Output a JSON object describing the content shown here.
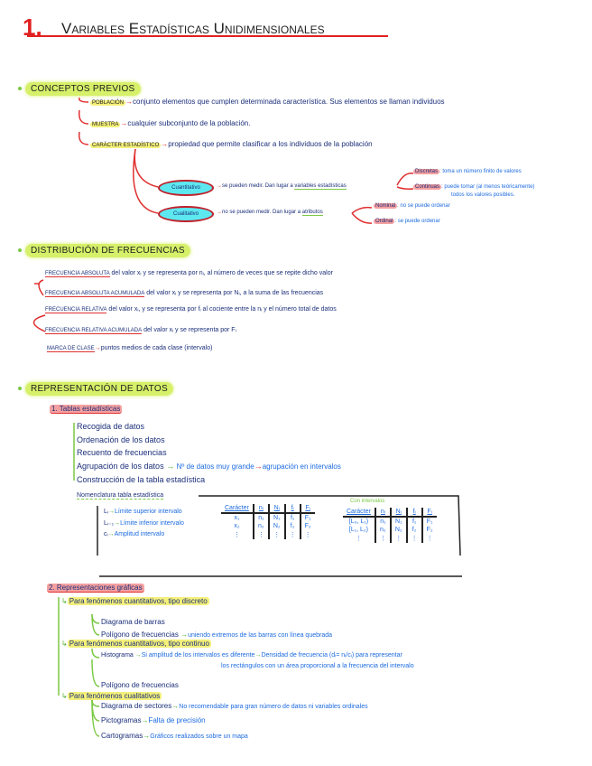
{
  "title": {
    "number": "1.",
    "text": "Variables Estadísticas Unidimensionales"
  },
  "conceptos": {
    "heading": "Conceptos previos",
    "items": [
      {
        "term": "Población",
        "def": "conjunto elementos que cumplen determinada característica. Sus elementos se llaman individuos"
      },
      {
        "term": "Muestra",
        "def": "cualquier subconjunto de la población."
      },
      {
        "term": "Carácter estadístico",
        "def": "propiedad que permite clasificar a los individuos de la población"
      }
    ],
    "cuantitativo": {
      "label": "Cuantitativo",
      "def": "se pueden medir. Dan lugar a",
      "link": "variables estadísticas",
      "sub": [
        {
          "term": "Discretas",
          "def": "toma un número finito de valores"
        },
        {
          "term": "Continuas",
          "def": "puede tomar (al menos teóricamente)",
          "def2": "todos los valores posibles."
        }
      ]
    },
    "cualitativo": {
      "label": "Cualitativo",
      "def": "no se pueden medir. Dan lugar a",
      "link": "atributos",
      "sub": [
        {
          "term": "Nominal",
          "def": "no se puede ordenar"
        },
        {
          "term": "Ordinal",
          "def": "se puede ordenar"
        }
      ]
    }
  },
  "distribucion": {
    "heading": "Distribución de frecuencias",
    "items": [
      {
        "term": "Frecuencia absoluta",
        "def": "del valor xᵢ y se representa por nᵢ, al número de veces que se repite dicho valor"
      },
      {
        "term": "Frecuencia absoluta acumulada",
        "def": "del valor xᵢ y se representa por Nᵢ, a la suma de las frecuencias"
      },
      {
        "term": "Frecuencia relativa",
        "def": "del valor xᵢ, y se representa por fᵢ al cociente entre la nᵢ y el número total de datos"
      },
      {
        "term": "Frecuencia relativa acumulada",
        "def": "del valor xᵢ y se representa por Fᵢ"
      },
      {
        "term": "Marca de clase",
        "def": "puntos medios de cada clase (intervalo)"
      }
    ]
  },
  "representacion": {
    "heading": "Representación de datos",
    "tablas": {
      "title": "1. Tablas estadísticas",
      "steps": [
        "Recogida de datos",
        "Ordenación de los datos",
        "Recuento de frecuencias",
        "Agrupación de los datos",
        "Construcción de la tabla estadística"
      ],
      "agrupacion_note": "Nº de datos muy grande",
      "agrupacion_result": "agrupación en intervalos",
      "nomenclatura": {
        "title": "Nomenclatura tabla estadística",
        "items": [
          {
            "sym": "Lᵢ",
            "def": "Límite superior intervalo"
          },
          {
            "sym": "Lᵢ₋₁",
            "def": "Límite inferior intervalo"
          },
          {
            "sym": "cᵢ",
            "def": "Amplitud intervalo"
          }
        ]
      },
      "table1": {
        "headers": [
          "Carácter",
          "nᵢ",
          "Nᵢ",
          "fᵢ",
          "Fᵢ"
        ],
        "rows": [
          [
            "x₁",
            "n₁",
            "N₁",
            "f₁",
            "F₁"
          ],
          [
            "x₂",
            "n₂",
            "N₂",
            "f₂",
            "F₂"
          ],
          [
            "⋮",
            "⋮",
            "⋮",
            "⋮",
            "⋮"
          ]
        ]
      },
      "table2": {
        "caption": "Con intervalos",
        "headers": [
          "Carácter",
          "nᵢ",
          "Nᵢ",
          "fᵢ",
          "Fᵢ"
        ],
        "rows": [
          [
            "[L₀, L₁)",
            "n₁",
            "N₁",
            "f₁",
            "F₁"
          ],
          [
            "[L₁, L₂)",
            "n₂",
            "N₂",
            "f₂",
            "F₂"
          ],
          [
            "⋮",
            "⋮",
            "⋮",
            "⋮",
            "⋮"
          ]
        ]
      }
    },
    "graficas": {
      "title": "2. Representaciones gráficas",
      "groups": [
        {
          "label": "Para fenómenos cuantitativos, tipo discreto",
          "items": [
            {
              "name": "Diagrama de barras"
            },
            {
              "name": "Polígono de frecuencias",
              "note": "uniendo extremos de las barras con línea quebrada"
            }
          ]
        },
        {
          "label": "Para fenómenos cuantitativos, tipo continuo",
          "items": [
            {
              "name": "Histograma",
              "note": "Si amplitud de los intervalos es diferente",
              "note2": "Densidad de frecuencia (dᵢ= nᵢ/cᵢ) para representar",
              "note3": "los rectángulos con un área proporcional a la frecuencia del intervalo"
            },
            {
              "name": "Polígono de frecuencias"
            }
          ]
        },
        {
          "label": "Para fenómenos cualitativos",
          "items": [
            {
              "name": "Diagrama de sectores",
              "note": "No recomendable para gran número de datos ni variables ordinales"
            },
            {
              "name": "Pictogramas",
              "note": "Falta de precisión"
            },
            {
              "name": "Cartogramas",
              "note": "Gráficos realizados sobre un mapa"
            }
          ]
        }
      ]
    }
  },
  "colors": {
    "title_red": "#e02020",
    "navy": "#1b2f7a",
    "blue": "#1d6be0",
    "highlight_green": "#d6f06a",
    "highlight_yellow": "#f4f07a",
    "highlight_red": "#f4a0a0",
    "cyan": "#5de8f0"
  }
}
